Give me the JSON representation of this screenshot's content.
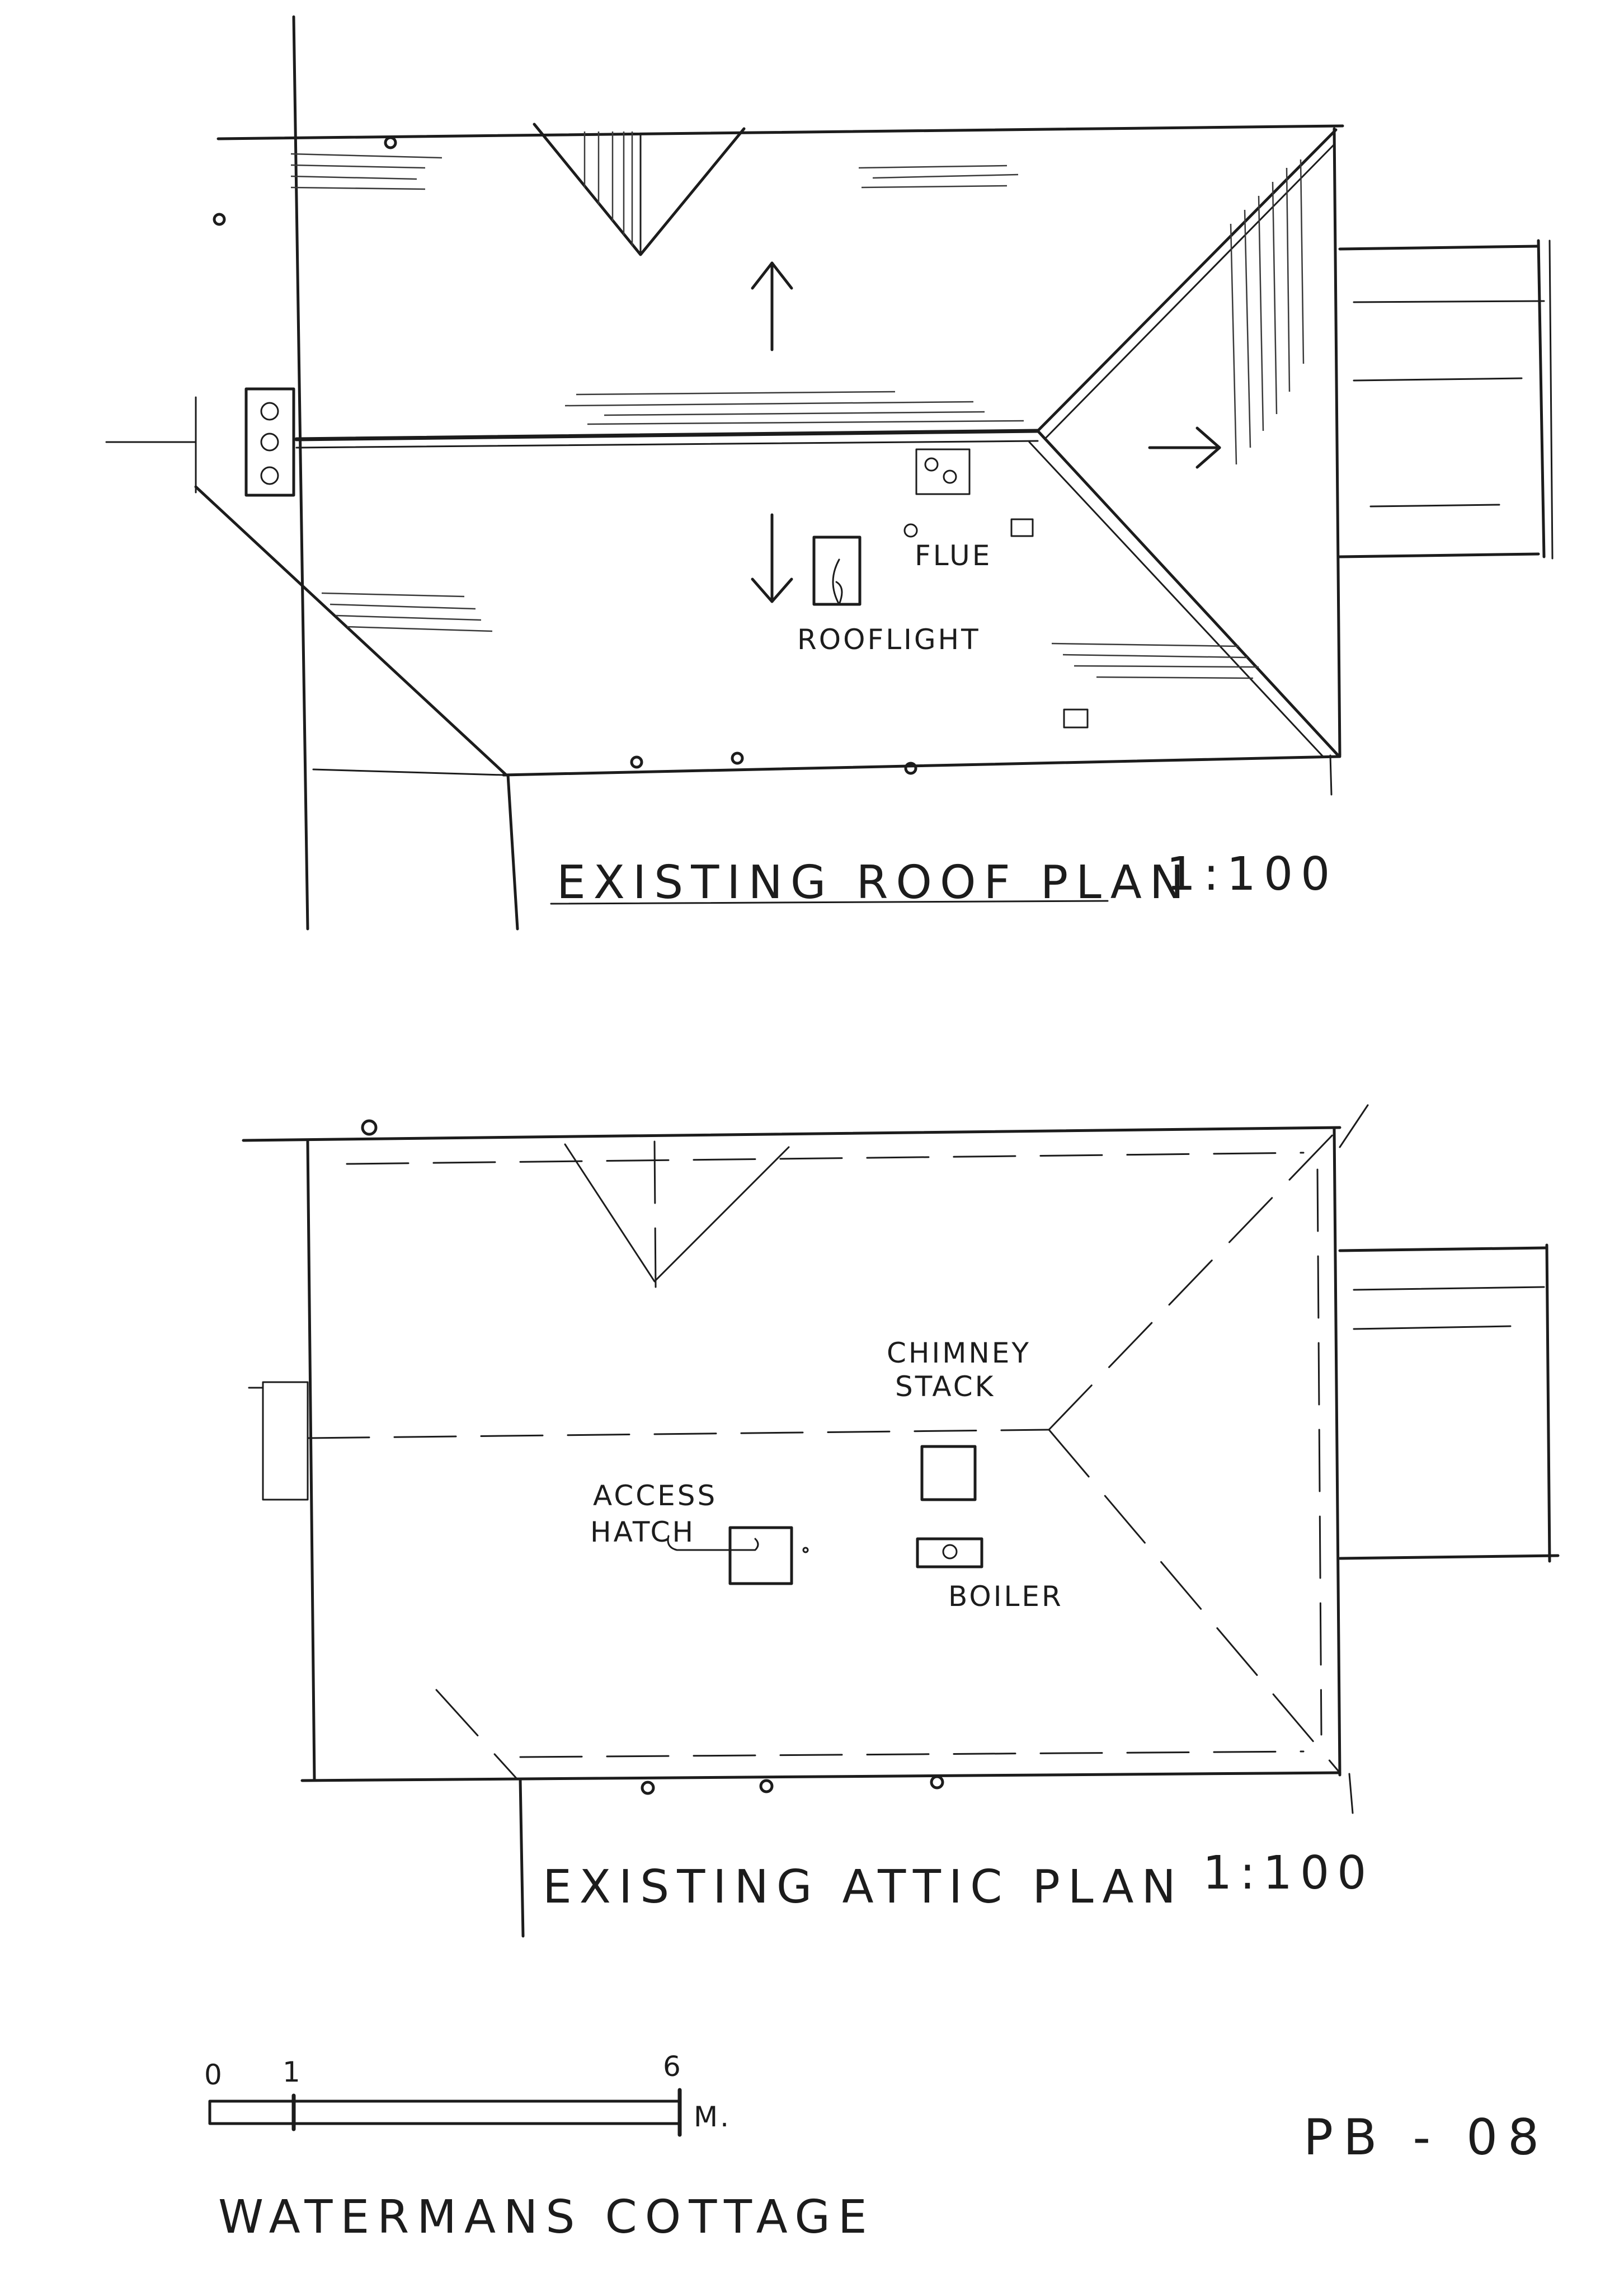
{
  "drawing": {
    "project_title": "WATERMANS COTTAGE",
    "sheet_number": "PB - 08",
    "ink_color": "#1c1c1c",
    "paper_color": "#ffffff"
  },
  "roof_plan": {
    "title": "EXISTING ROOF PLAN",
    "scale": "1:100",
    "labels": {
      "flue": "FLUE",
      "rooflight": "ROOFLIGHT"
    }
  },
  "attic_plan": {
    "title": "EXISTING ATTIC PLAN",
    "scale": "1:100",
    "labels": {
      "chimney_line1": "CHIMNEY",
      "chimney_line2": "STACK",
      "access_line1": "ACCESS",
      "access_line2": "HATCH",
      "boiler": "BOILER"
    }
  },
  "scale_bar": {
    "tick_0": "0",
    "tick_1": "1",
    "tick_6": "6",
    "unit": "M."
  }
}
